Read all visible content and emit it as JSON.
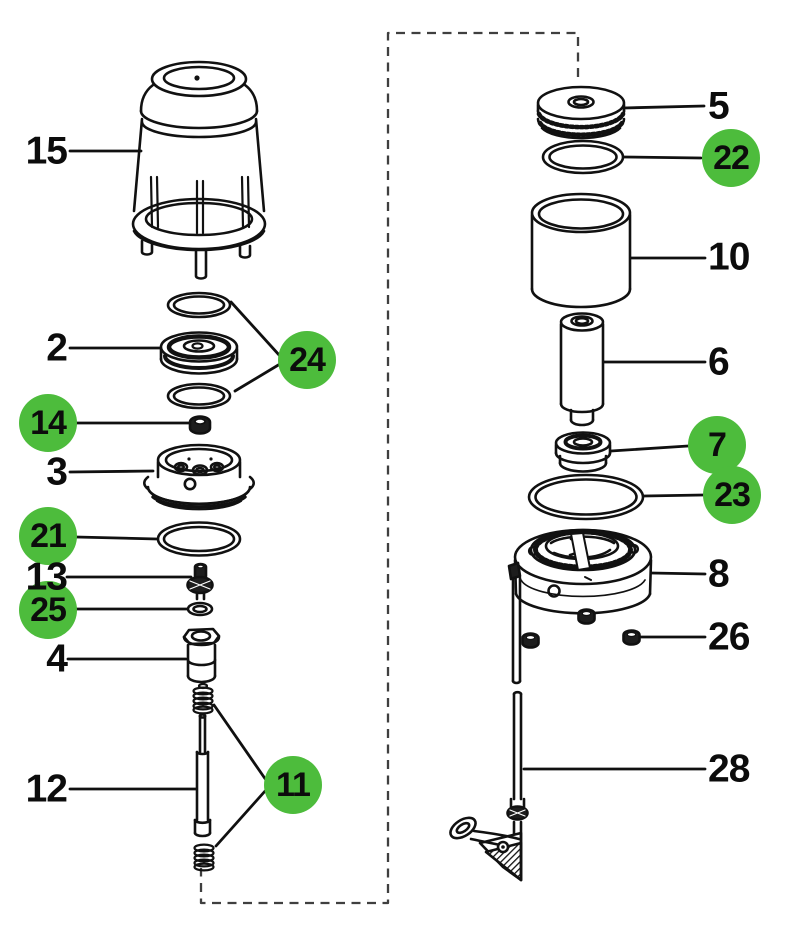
{
  "figure": {
    "type": "exploded-parts-diagram",
    "background_color": "#ffffff",
    "line_color": "#111111",
    "highlight_color": "#4dbc3c",
    "callouts": [
      {
        "number": "15",
        "style": "plain"
      },
      {
        "number": "2",
        "style": "plain"
      },
      {
        "number": "24",
        "style": "green-circle"
      },
      {
        "number": "14",
        "style": "green-circle"
      },
      {
        "number": "3",
        "style": "plain"
      },
      {
        "number": "21",
        "style": "green-circle"
      },
      {
        "number": "13",
        "style": "plain"
      },
      {
        "number": "25",
        "style": "green-circle"
      },
      {
        "number": "4",
        "style": "plain"
      },
      {
        "number": "11",
        "style": "green-circle"
      },
      {
        "number": "12",
        "style": "plain"
      },
      {
        "number": "5",
        "style": "plain"
      },
      {
        "number": "22",
        "style": "green-circle"
      },
      {
        "number": "10",
        "style": "plain"
      },
      {
        "number": "6",
        "style": "plain"
      },
      {
        "number": "7",
        "style": "green-circle"
      },
      {
        "number": "23",
        "style": "green-circle"
      },
      {
        "number": "8",
        "style": "plain"
      },
      {
        "number": "26",
        "style": "plain"
      },
      {
        "number": "28",
        "style": "plain"
      }
    ]
  }
}
